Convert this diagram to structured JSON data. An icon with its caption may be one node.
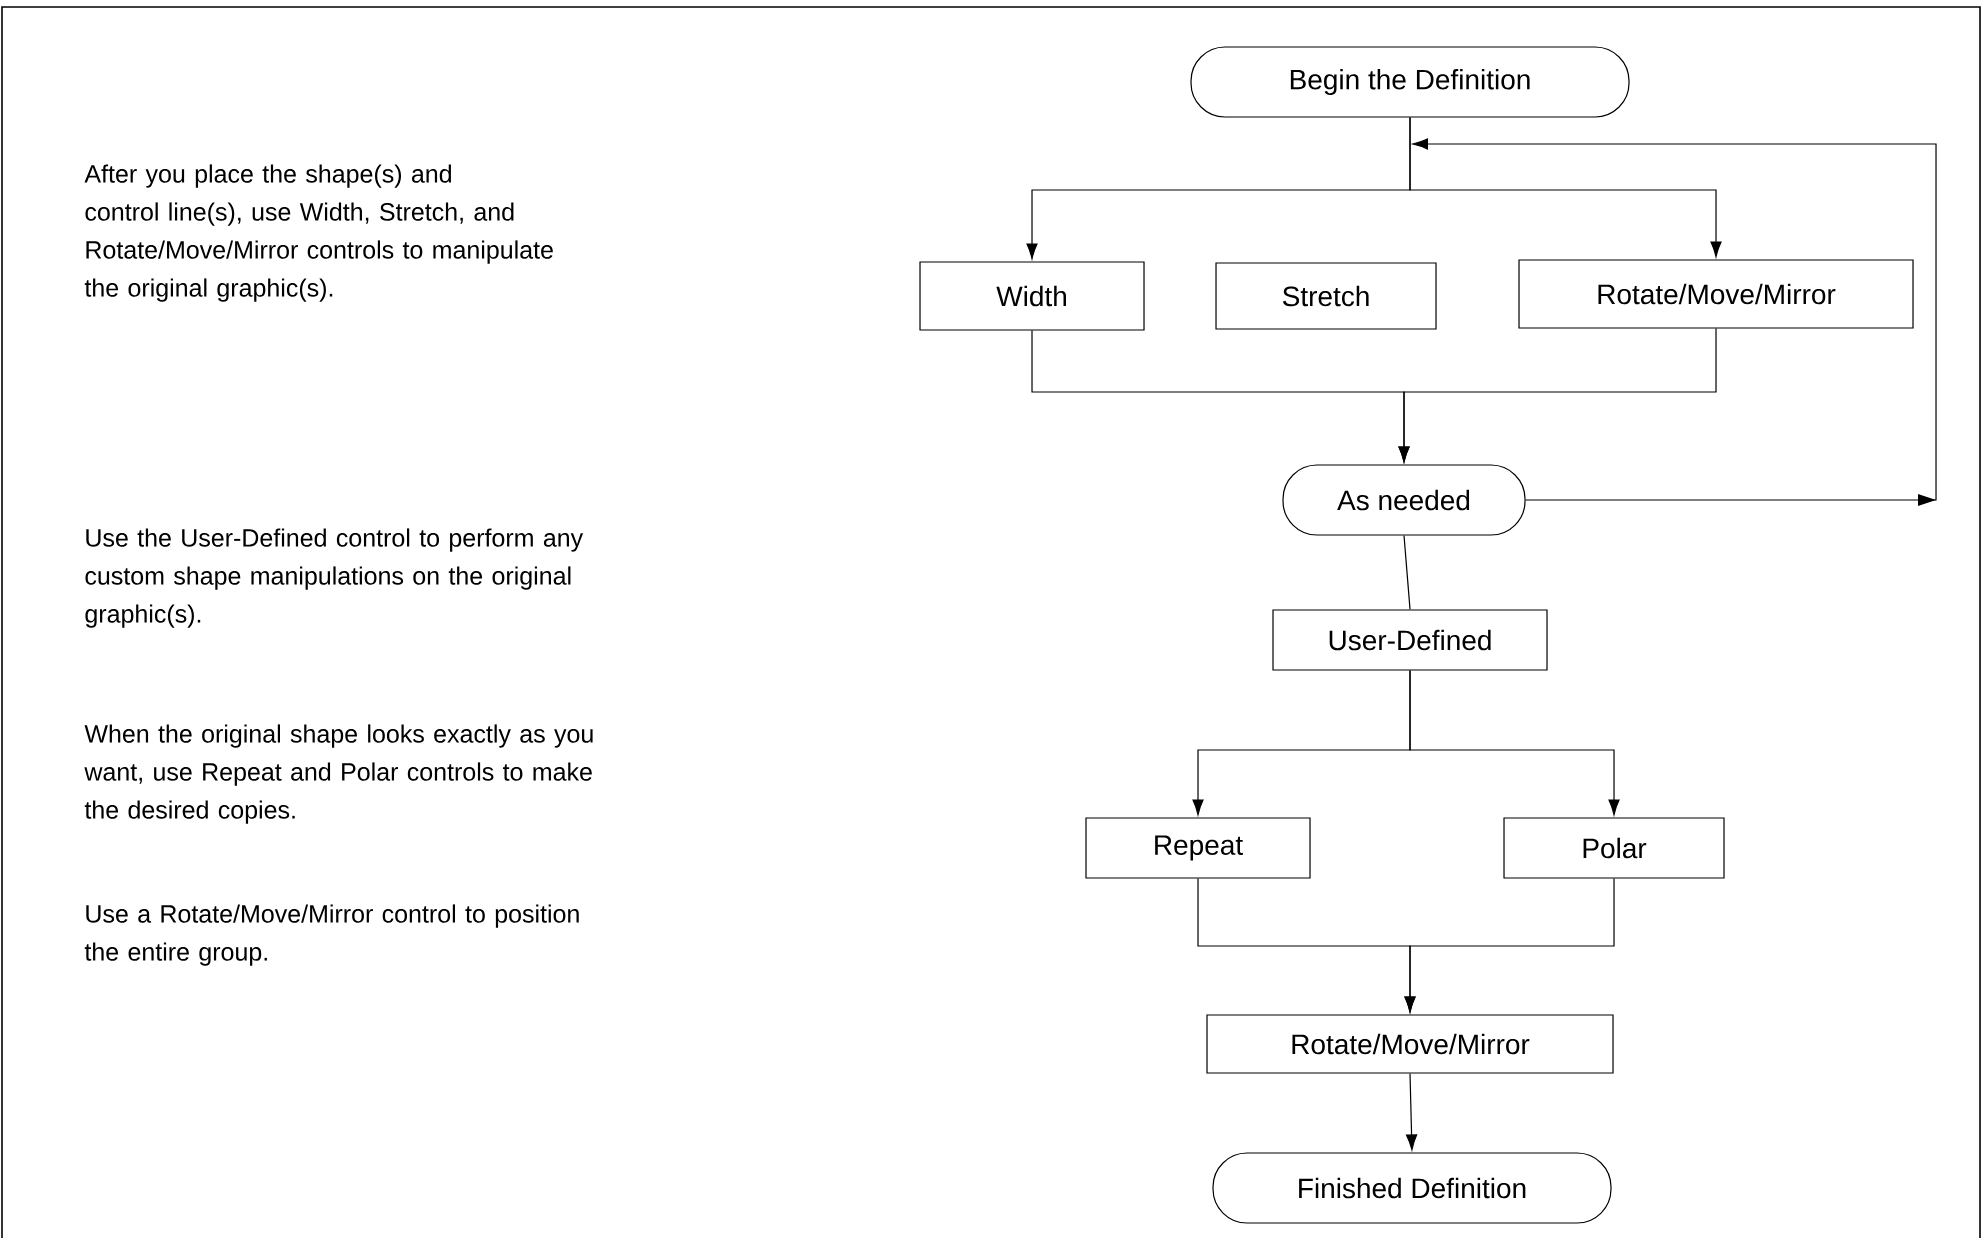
{
  "diagram": {
    "nodes": [
      {
        "text": [
          "Begin the Definition"
        ]
      },
      {
        "text": [
          "Width"
        ]
      },
      {
        "text": [
          "Stretch"
        ]
      },
      {
        "text": [
          "Rotate/Move/Mirror"
        ]
      },
      {
        "text": [
          "As needed"
        ]
      },
      {
        "text": [
          "User-Defined"
        ]
      },
      {
        "text": [
          "Repeat"
        ]
      },
      {
        "text": [
          "Polar"
        ]
      },
      {
        "text": [
          "Rotate/Move/Mirror"
        ]
      },
      {
        "text": [
          "Finished Definition"
        ]
      }
    ],
    "edges": [
      {
        "from": 0,
        "to": 1,
        "arrow": "to"
      },
      {
        "from": 0,
        "to": 3,
        "arrow": "to"
      },
      {
        "from": 1,
        "to": 4,
        "arrow": "to"
      },
      {
        "from": 3,
        "to": 4,
        "arrow": "to"
      },
      {
        "from": 4,
        "to": 0,
        "arrow": "to"
      },
      {
        "from": 4,
        "to": 5,
        "arrow": "none"
      },
      {
        "from": 5,
        "to": 6,
        "arrow": "to"
      },
      {
        "from": 5,
        "to": 7,
        "arrow": "to"
      },
      {
        "from": 6,
        "to": 8,
        "arrow": "to"
      },
      {
        "from": 7,
        "to": 8,
        "arrow": "to"
      },
      {
        "from": 8,
        "to": 9,
        "arrow": "to"
      }
    ],
    "labels": [
      "After you place the shape(s) and control line(s), use Width, Stretch, and Rotate/Move/Mirror controls to manipulate the original graphic(s).",
      "Use the User-Defined control to perform any custom shape manipulations on the original graphic(s).",
      "When the original shape looks exactly as you want, use Repeat and Polar controls to make the desired copies.",
      "Use a Rotate/Move/Mirror control to position the entire group."
    ]
  }
}
